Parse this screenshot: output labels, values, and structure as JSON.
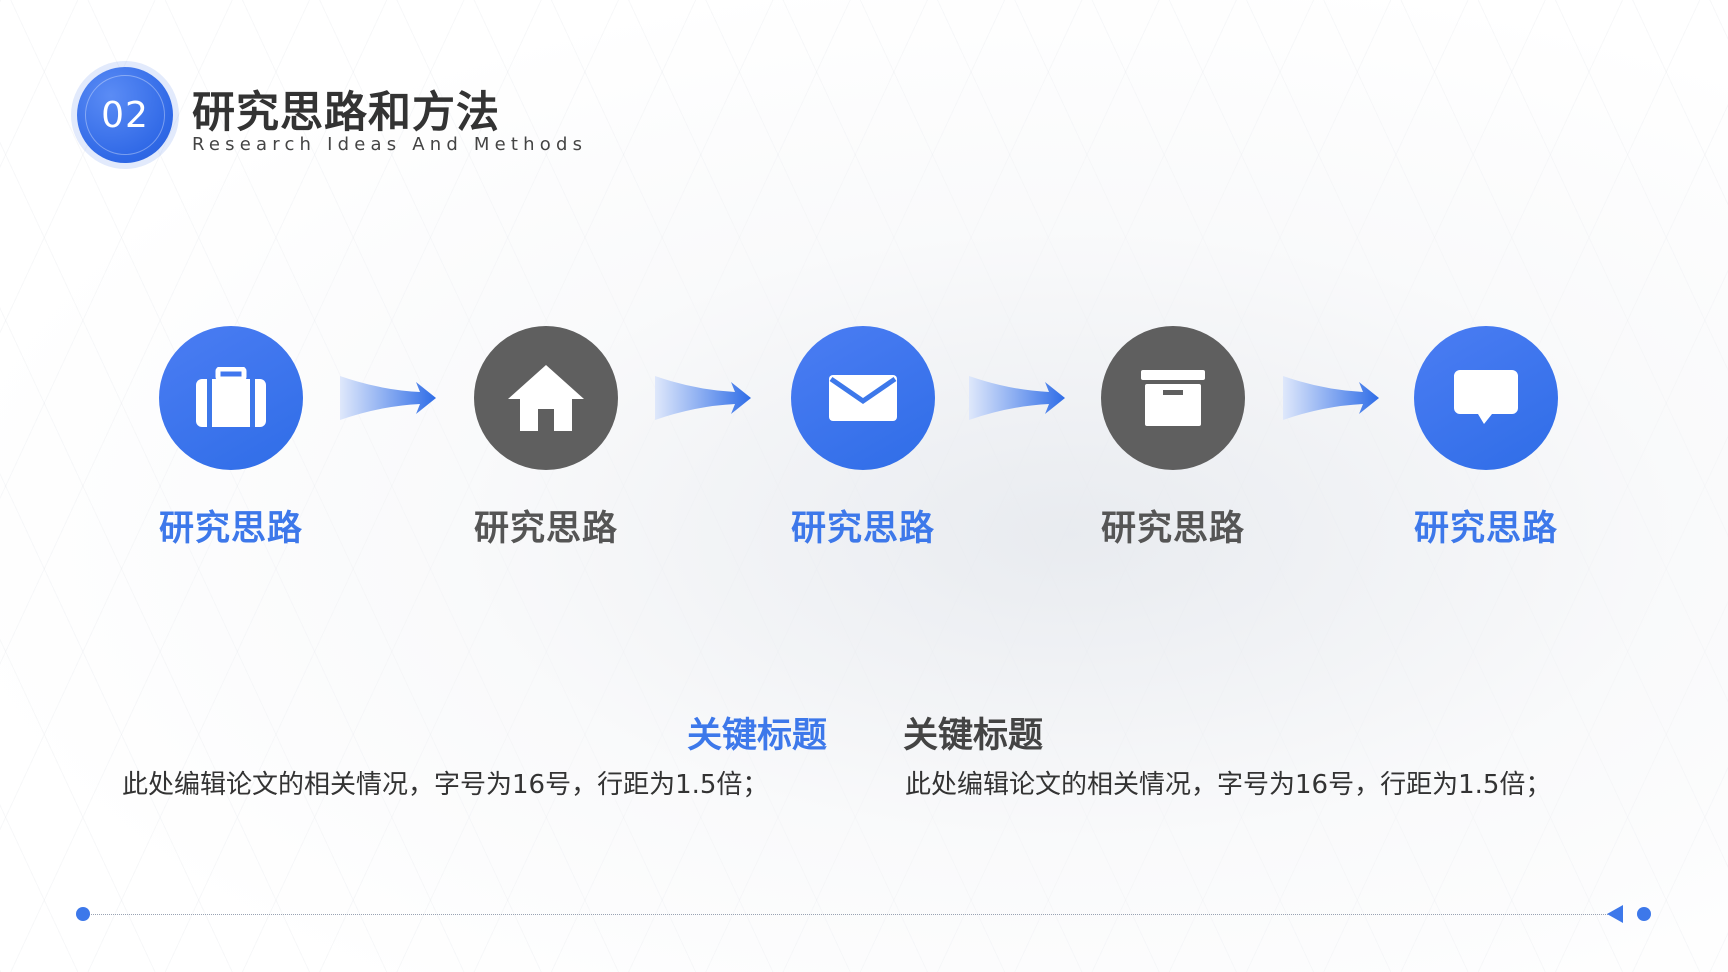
{
  "header": {
    "number": "02",
    "title": "研究思路和方法",
    "subtitle": "Research Ideas And Methods"
  },
  "steps": [
    {
      "label": "研究思路",
      "icon": "briefcase-icon",
      "color": "#3d78ea"
    },
    {
      "label": "研究思路",
      "icon": "home-icon",
      "color": "#5f5f5f"
    },
    {
      "label": "研究思路",
      "icon": "mail-icon",
      "color": "#3d78ea"
    },
    {
      "label": "研究思路",
      "icon": "archive-box-icon",
      "color": "#5f5f5f"
    },
    {
      "label": "研究思路",
      "icon": "chat-bubble-icon",
      "color": "#3d78ea"
    }
  ],
  "keypoints": [
    {
      "title": "关键标题",
      "text": "此处编辑论文的相关情况，字号为16号，行距为1.5倍；",
      "title_color": "#3d78ea"
    },
    {
      "title": "关键标题",
      "text": "此处编辑论文的相关情况，字号为16号，行距为1.5倍；",
      "title_color": "#444444"
    }
  ],
  "colors": {
    "accent": "#3d78ea",
    "dark": "#5f5f5f"
  }
}
